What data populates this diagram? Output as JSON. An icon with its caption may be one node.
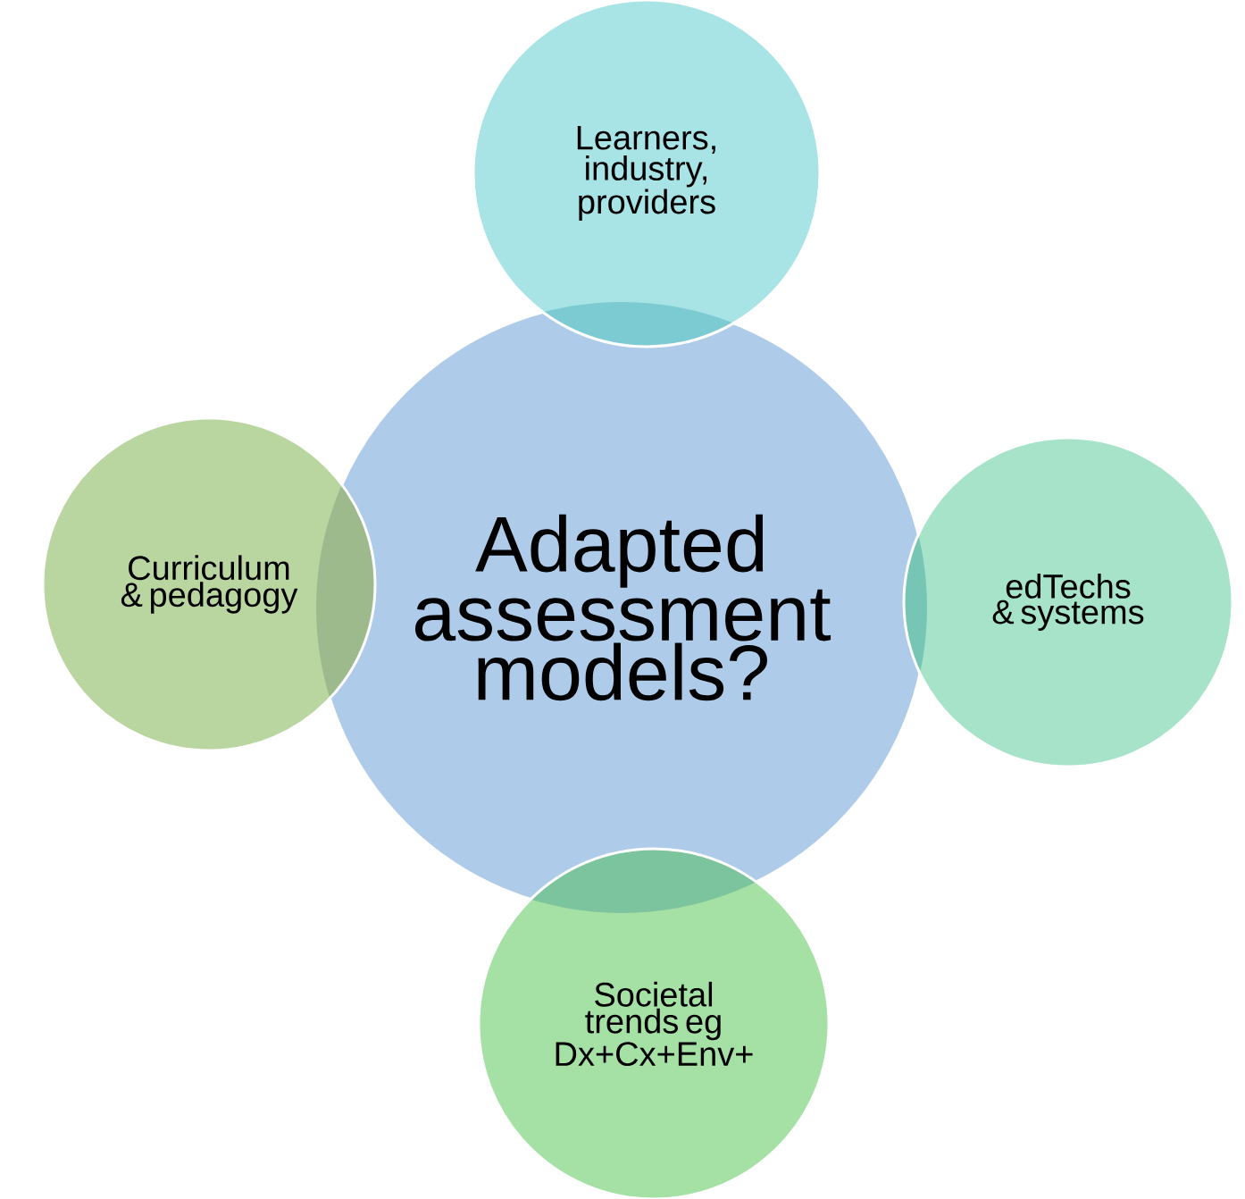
{
  "diagram": {
    "nodes": [
      {
        "text": [
          "Adapted assessment models?"
        ]
      },
      {
        "text": [
          "Learners, industry, providers"
        ]
      },
      {
        "text": [
          "Curriculum & pedagogy"
        ]
      },
      {
        "text": [
          "edTechs & systems"
        ]
      },
      {
        "text": [
          "Societal trends eg Dx+Cx+Env+"
        ]
      }
    ]
  }
}
